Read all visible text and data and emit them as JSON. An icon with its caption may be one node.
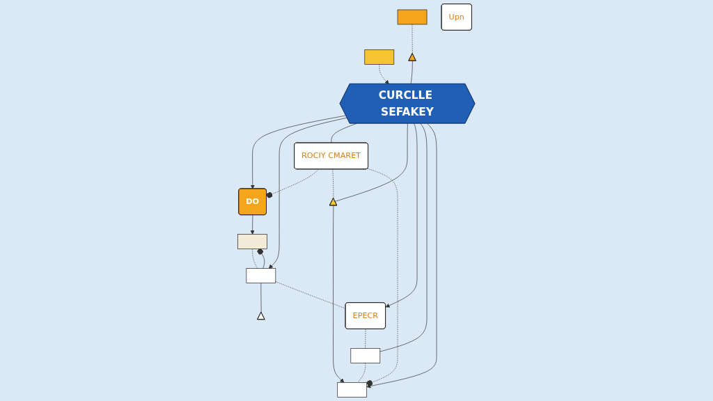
{
  "diagram": {
    "nodes": [
      {
        "text": [
          "CURCLLE SEFAKEY"
        ]
      },
      {
        "text": [
          "DO"
        ]
      },
      {
        "text": [],
        "shape": "box"
      },
      {
        "text": [],
        "shape": "box"
      },
      {
        "text": [],
        "shape": "triangle"
      },
      {
        "text": [
          "ROCIY CMARET"
        ]
      },
      {
        "text": [],
        "shape": "box"
      },
      {
        "text": [],
        "shape": "triangle"
      },
      {
        "text": [],
        "shape": "triangle"
      },
      {
        "text": [],
        "shape": "box"
      },
      {
        "text": [
          "EPECR"
        ]
      },
      {
        "text": [],
        "shape": "box"
      },
      {
        "text": [],
        "shape": "box"
      },
      {
        "text": [
          "Upn"
        ]
      }
    ],
    "edges": [
      {
        "from": 0,
        "to": 1,
        "arrow": "to"
      },
      {
        "from": 1,
        "to": 2,
        "arrow": "to"
      },
      {
        "from": 0,
        "to": 3,
        "arrow": "to"
      },
      {
        "from": 3,
        "to": 4,
        "arrow": "none"
      },
      {
        "from": 3,
        "to": 2,
        "arrow": "other"
      },
      {
        "from": 2,
        "to": 3,
        "arrow": "none",
        "style": "dashed"
      },
      {
        "from": 5,
        "to": 1,
        "arrow": "other",
        "style": "dashed"
      },
      {
        "from": 0,
        "to": 5,
        "arrow": "none"
      },
      {
        "from": 6,
        "to": 0,
        "arrow": "to",
        "style": "dashed"
      },
      {
        "from": 0,
        "to": 7,
        "arrow": "none"
      },
      {
        "from": 7,
        "to": 12,
        "arrow": "to"
      },
      {
        "from": 5,
        "to": 7,
        "arrow": "none",
        "style": "dashed"
      },
      {
        "from": 8,
        "to": 0,
        "arrow": "none"
      },
      {
        "from": 9,
        "to": 8,
        "arrow": "none",
        "style": "dashed"
      },
      {
        "from": 0,
        "to": 10,
        "arrow": "to"
      },
      {
        "from": 3,
        "to": 10,
        "arrow": "none",
        "style": "dashed"
      },
      {
        "from": 10,
        "to": 11,
        "arrow": "none",
        "style": "dashed"
      },
      {
        "from": 0,
        "to": 11,
        "arrow": "none"
      },
      {
        "from": 0,
        "to": 12,
        "arrow": "to"
      },
      {
        "from": 11,
        "to": 12,
        "arrow": "none",
        "style": "dashed"
      },
      {
        "from": 5,
        "to": 12,
        "arrow": "other",
        "style": "dashed"
      }
    ]
  }
}
